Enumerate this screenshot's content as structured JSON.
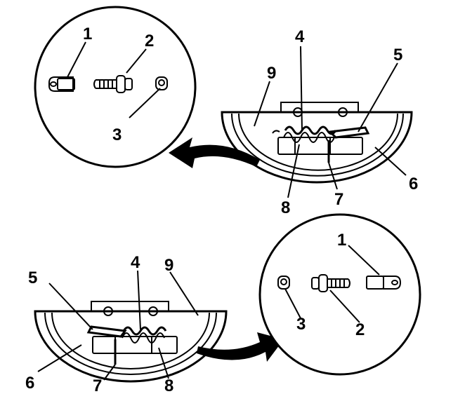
{
  "callouts": {
    "top_detail": {
      "c1": "1",
      "c2": "2",
      "c3": "3"
    },
    "top_assembly": {
      "c4": "4",
      "c5": "5",
      "c6": "6",
      "c7": "7",
      "c8": "8",
      "c9": "9"
    },
    "bottom_detail": {
      "c1": "1",
      "c2": "2",
      "c3": "3"
    },
    "bottom_assembly": {
      "c4": "4",
      "c5": "5",
      "c6": "6",
      "c7": "7",
      "c8": "8",
      "c9": "9"
    }
  },
  "colors": {
    "ink": "#000000",
    "paper": "#ffffff"
  }
}
